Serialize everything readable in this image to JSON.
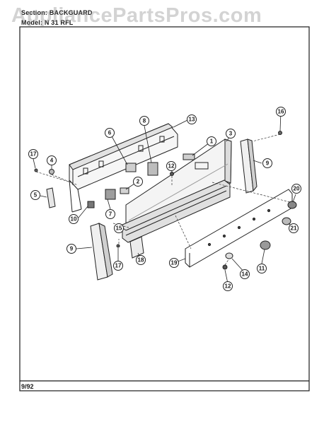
{
  "header": {
    "section_label": "Section:  BACKGUARD",
    "model_label": "Model:  N 31 RFL"
  },
  "watermark": "AppliancePartsPros.com",
  "footer": {
    "date": "9/92"
  },
  "callouts": [
    "1",
    "2",
    "3",
    "4",
    "5",
    "6",
    "7",
    "8",
    "9",
    "9",
    "10",
    "11",
    "12",
    "12",
    "13",
    "14",
    "15",
    "16",
    "17",
    "17",
    "18",
    "19",
    "20",
    "21"
  ]
}
